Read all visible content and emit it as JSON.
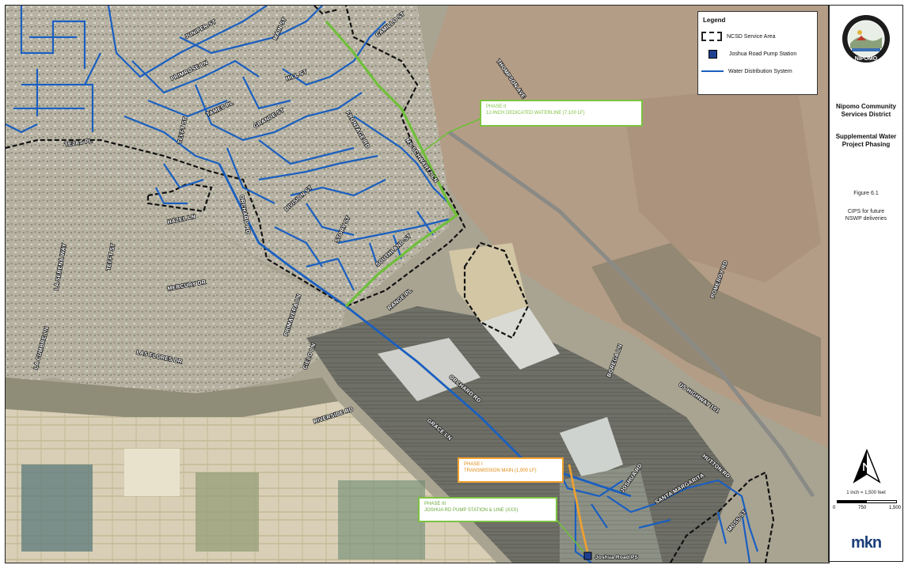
{
  "legend": {
    "title": "Legend",
    "items": [
      {
        "label": "NCSD Service Area",
        "icon": "dashed-boundary-icon"
      },
      {
        "label": "Joshua Road Pump Station",
        "icon": "pump-station-icon"
      },
      {
        "label": "Water Distribution System",
        "icon": "water-line-icon"
      }
    ]
  },
  "callouts": {
    "phase_top": {
      "line1": "PHASE II",
      "line2": "12-INCH DEDICATED WATERLINE (7,100 LF)",
      "color": "#7dc242"
    },
    "phase_mid": {
      "line1": "PHASE I",
      "line2": "TRANSMISSION MAIN (1,900 LF)",
      "color": "#f2a12e"
    },
    "phase_bottom": {
      "line1": "PHASE III",
      "line2": "JOSHUA RD PUMP STATION & LINE (XXX)",
      "color": "#7dc242"
    }
  },
  "streets": {
    "juniper": "JUNIPER ST",
    "hill": "HILL ST",
    "main": "MAIN ST",
    "primrose": "PRIMROSE LN",
    "tame": "TAMES PL",
    "tefft": "TEFFT ST",
    "grande": "GRANDE ST",
    "frontage": "FRONTAGE RD",
    "camillo": "CAMILLO ST",
    "thompson": "THOMPSON AVE",
    "tejas": "TEJAS PL",
    "orchard_upper": "ORCHARD RD",
    "division": "DIVISION ST",
    "schwartz": "MS SCHWARTZ LN",
    "story": "STORY ST",
    "southland": "SOUTHLAND ST",
    "hazel": "HAZEL LN",
    "range": "RANGE PL",
    "mercury": "MERCURY DR",
    "primavera": "PRIMAVERA LN",
    "cielo": "CIELO LN",
    "las_flores": "LAS FLORES DR",
    "la_cumbre": "LA CUMBRE LN",
    "la_serena": "LA SERENA WAY",
    "tefft2": "TEFFT ST",
    "orchard_lower": "ORCHARD RD",
    "grace": "GRACE LN",
    "riverside": "RIVERSIDE RD",
    "joshua": "JOSHUA RD",
    "santa_margarita": "SANTA MARGARITA",
    "hutton": "HUTTON RD",
    "bonita": "BOREGA LN",
    "highway": "US HIGHWAY 101",
    "pomeroy": "POMEROY RD",
    "moss": "MOSS ST",
    "pump_label": "Joshua Road PS"
  },
  "panel": {
    "org_line1": "Nipomo Community",
    "org_line2": "Services District",
    "proj_line1": "Supplemental Water",
    "proj_line2": "Project Phasing",
    "figure": "Figure 6.1",
    "desc_line1": "CIPS for future",
    "desc_line2": "NSWP deliveries",
    "scale_text": "1 inch = 1,500 feet",
    "scale_ticks": [
      "0",
      "750",
      "1,500"
    ],
    "seal_text": "NIPOMO",
    "firm_logo": "mkn"
  },
  "colors": {
    "water_line": "#1a5fc0",
    "phase_green": "#6fbf3a",
    "phase_orange": "#f2a12e",
    "service_area": "#111111"
  }
}
